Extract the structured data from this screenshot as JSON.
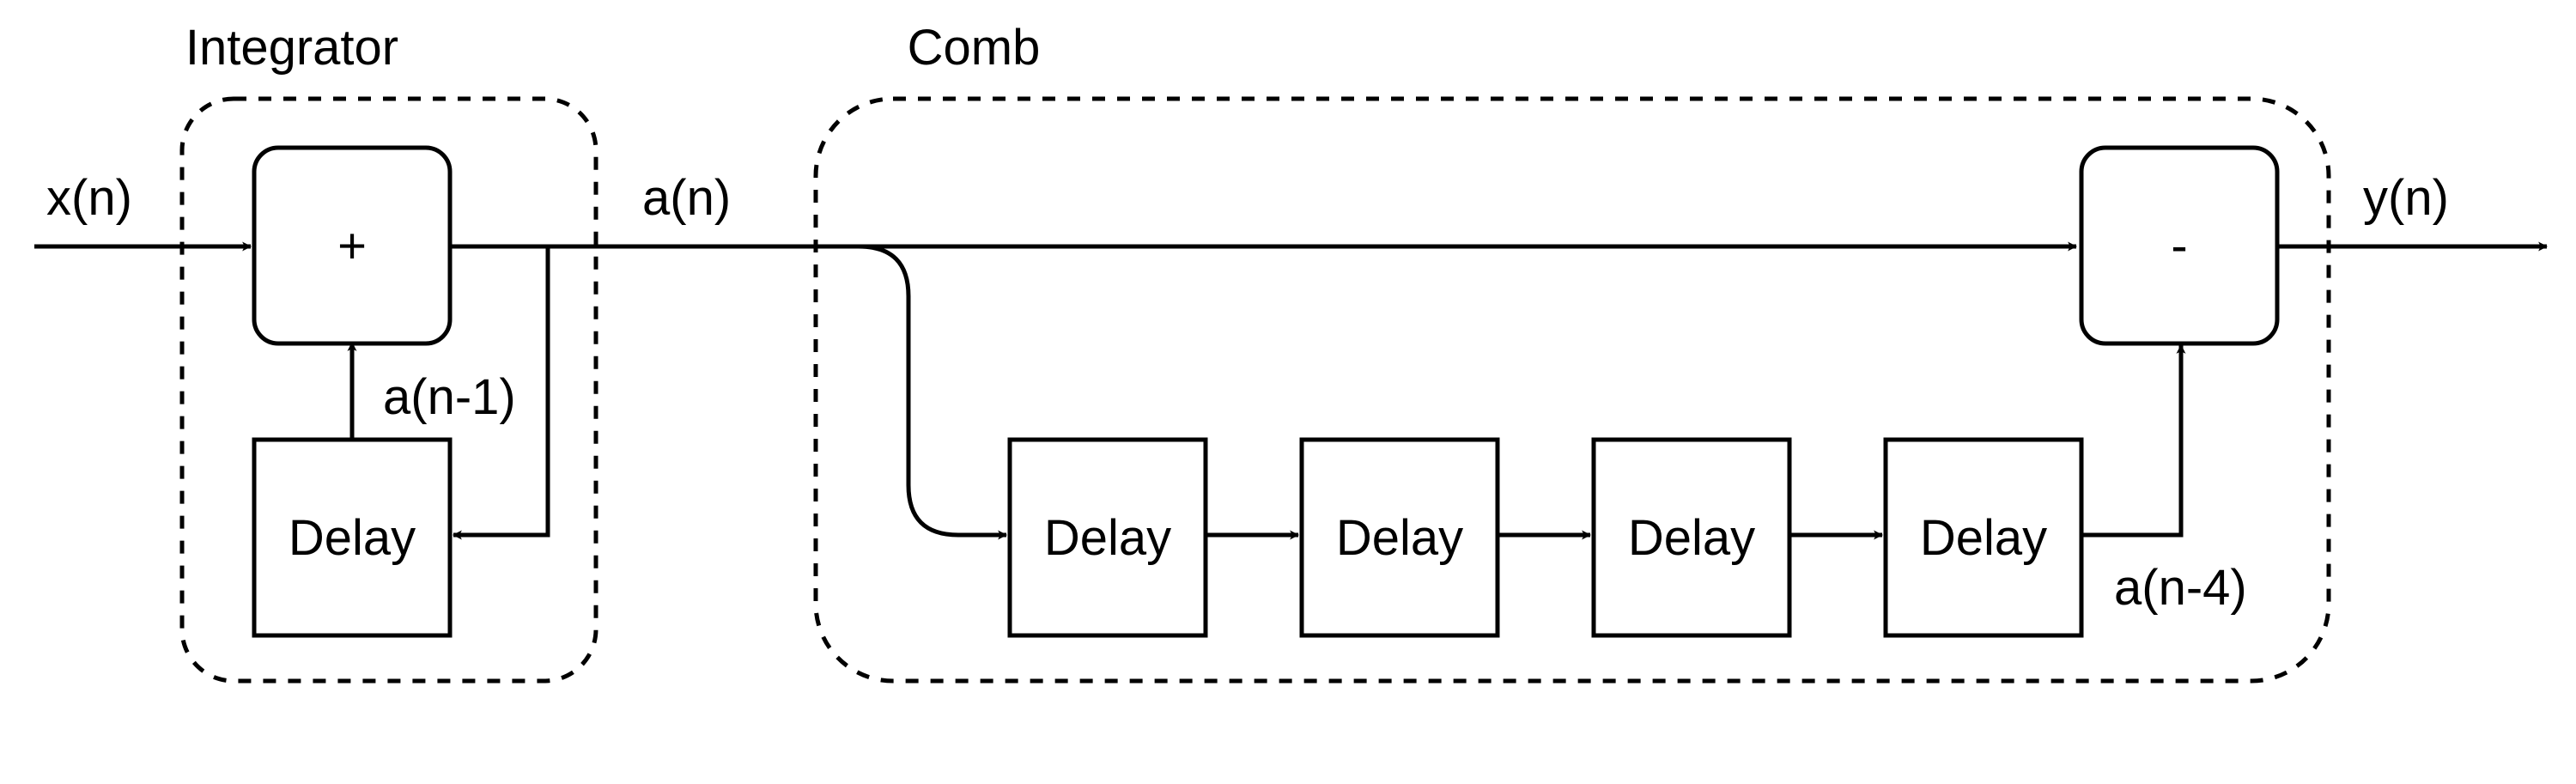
{
  "groups": {
    "integrator": "Integrator",
    "comb": "Comb"
  },
  "signals": {
    "input": "x(n)",
    "integrator_out": "a(n)",
    "feedback": "a(n-1)",
    "delayed": "a(n-4)",
    "output": "y(n)"
  },
  "blocks": {
    "adder": "+",
    "subtractor": "-",
    "integrator_delay": "Delay",
    "comb_delays": [
      "Delay",
      "Delay",
      "Delay",
      "Delay"
    ]
  },
  "colors": {
    "stroke": "#000000",
    "background": "#ffffff"
  }
}
